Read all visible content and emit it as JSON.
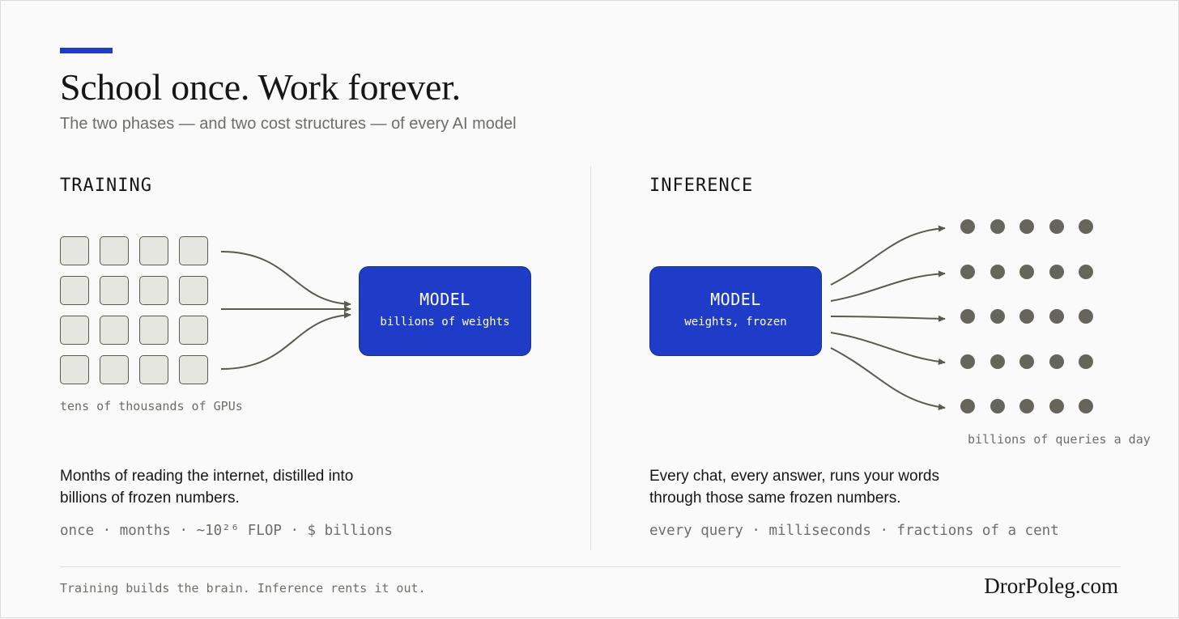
{
  "header": {
    "title": "School once. Work forever.",
    "subtitle": "The two phases — and two cost structures — of every AI model"
  },
  "colors": {
    "accent": "#1f3cc8",
    "model_box": "#1f3cc8",
    "text": "#161616",
    "muted": "#6e6e68",
    "line": "#5b5a50",
    "dot": "#66655c"
  },
  "training": {
    "heading": "TRAINING",
    "gpu_grid": {
      "rows": 4,
      "cols": 4
    },
    "gpu_caption": "tens of thousands of GPUs",
    "model_title": "MODEL",
    "model_sub": "billions of weights",
    "body": "Months of reading the internet, distilled into billions of frozen numbers.",
    "stats": "once · months · ~10²⁶ FLOP · $ billions"
  },
  "inference": {
    "heading": "INFERENCE",
    "model_title": "MODEL",
    "model_sub": "weights, frozen",
    "query_grid": {
      "rows": 5,
      "cols": 5
    },
    "query_caption": "billions of queries a day",
    "body": "Every chat, every answer, runs your words through those same frozen numbers.",
    "stats": "every query · milliseconds · fractions of a cent"
  },
  "footer": {
    "note": "Training builds the brain. Inference rents it out.",
    "brand": "DrorPoleg.com"
  }
}
